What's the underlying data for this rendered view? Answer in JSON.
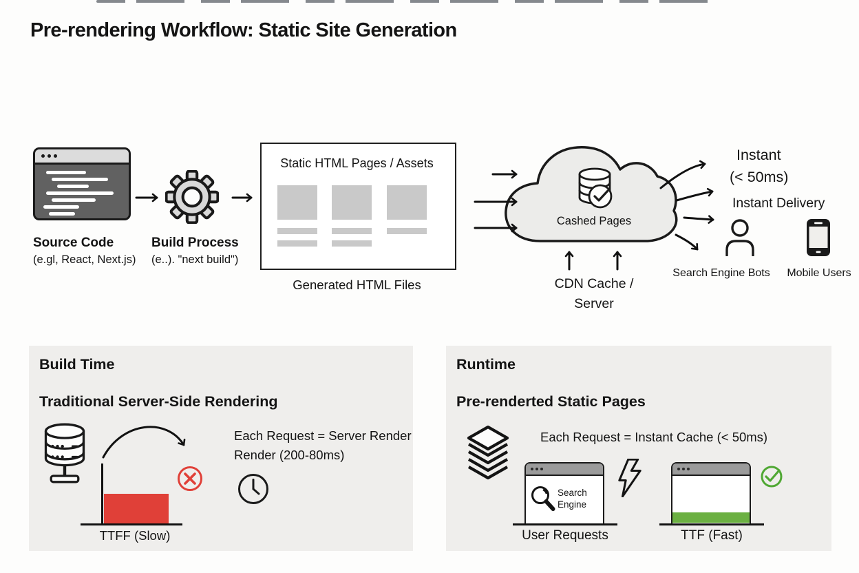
{
  "title": "Pre-rendering Workflow: Static Site Generation",
  "colors": {
    "red": "#e04038",
    "green": "#50a834",
    "green_bar": "#6bb042",
    "panel_bg": "#efeeec"
  },
  "flow": {
    "source": {
      "label": "Source Code",
      "sublabel": "(e.gl, React, Next.js)"
    },
    "build": {
      "label": "Build Process",
      "sublabel": "(e..). \"next build\")"
    },
    "static_box": {
      "title": "Static HTML Pages / Assets",
      "caption": "Generated HTML Files"
    },
    "cloud": {
      "label": "Cashed Pages",
      "caption": "CDN Cache / Server"
    },
    "outputs": {
      "instant": "Instant",
      "latency": "(< 50ms)",
      "delivery": "Instant Delivery",
      "bots": "Search Engine Bots",
      "mobile": "Mobile Users"
    }
  },
  "build_panel": {
    "heading": "Build Time",
    "subheading": "Traditional Server-Side Rendering",
    "request_lines": [
      "Each Request = Server Render",
      "Render (200-80ms)"
    ],
    "bar_label": "TTFF (Slow)"
  },
  "runtime_panel": {
    "heading": "Runtime",
    "subheading": "Pre-renderted Static Pages",
    "request_text": "Each Request = Instant Cache (< 50ms)",
    "search_engine_text": "Search Engine",
    "user_label": "User Requests",
    "ttf_label": "TTF (Fast)"
  }
}
